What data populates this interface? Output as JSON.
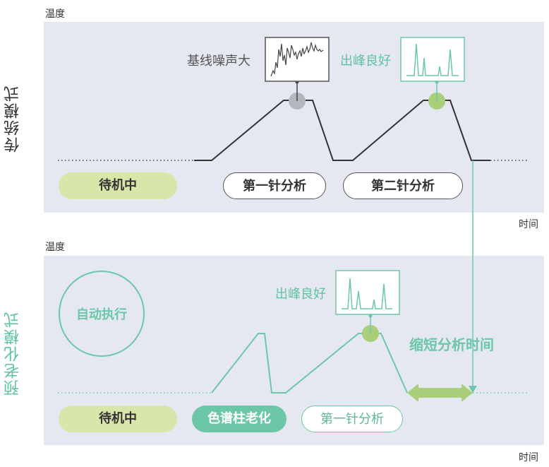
{
  "top": {
    "y_axis_label": "温度",
    "x_axis_label": "时间",
    "mode_label": "传统模式",
    "noise_annotation": "基线噪声大",
    "peak_annotation": "出峰良好",
    "stages": {
      "standby": "待机中",
      "first_analysis": "第一针分析",
      "second_analysis": "第二针分析"
    }
  },
  "bottom": {
    "y_axis_label": "温度",
    "x_axis_label": "时间",
    "mode_label": "预老化模式",
    "auto_execute": "自动执行",
    "peak_annotation": "出峰良好",
    "shorten_annotation": "缩短分析时间",
    "stages": {
      "standby": "待机中",
      "column_aging": "色谱柱老化",
      "first_analysis": "第一针分析"
    }
  },
  "colors": {
    "panel_bg": "#e6e8f1",
    "green": "#6cc7a8",
    "light_green": "#d9e6a9",
    "olive_green": "#a9cf7a",
    "gray_marker": "#b4b6bd",
    "dark_line": "#333333"
  }
}
